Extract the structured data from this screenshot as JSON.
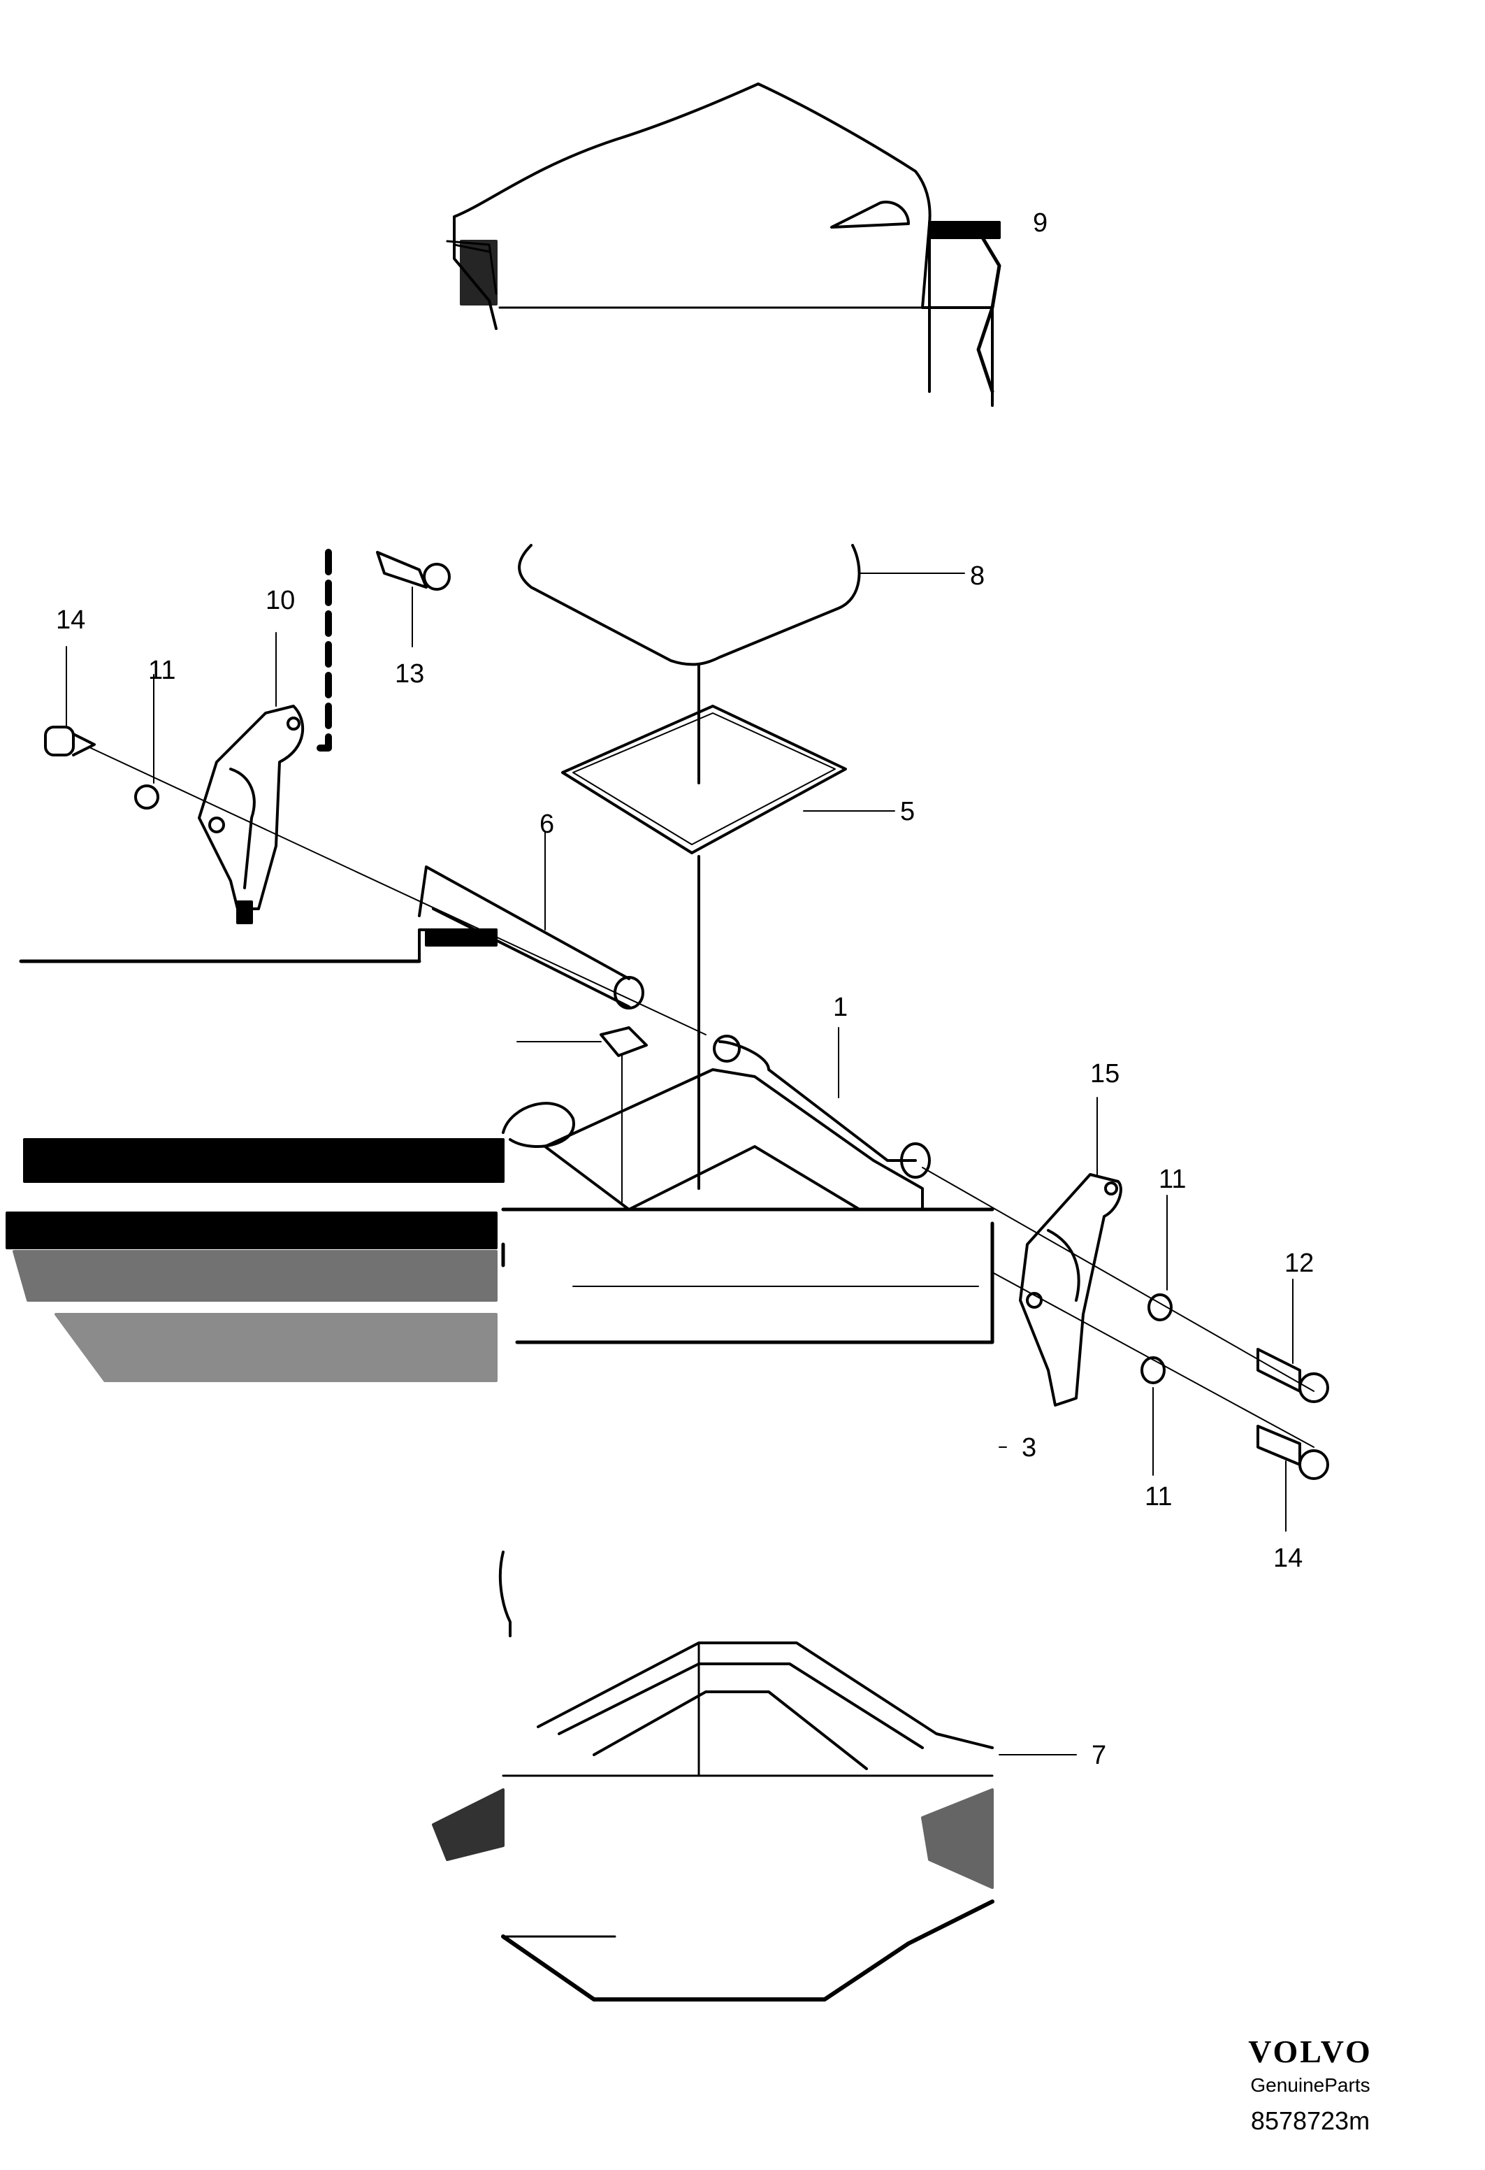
{
  "callouts": {
    "c1": "1",
    "c3": "3",
    "c5": "5",
    "c6": "6",
    "c7": "7",
    "c8": "8",
    "c9": "9",
    "c10": "10",
    "c11a": "11",
    "c11b": "11",
    "c11c": "11",
    "c12": "12",
    "c13": "13",
    "c14a": "14",
    "c14b": "14",
    "c15": "15"
  },
  "brand": {
    "logo": "VOLVO",
    "subtitle": "GenuineParts",
    "diagram_id": "8578723m"
  }
}
